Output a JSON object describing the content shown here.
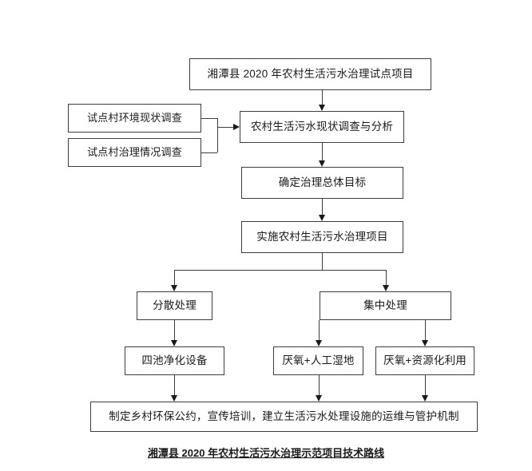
{
  "diagram": {
    "title": "湘潭县 2020 年农村生活污水治理示范项目技术路线",
    "caption": "湘潭县 2020 年农村生活污水治理示范项目技术路线",
    "line_color": "#3d3d3d",
    "arrow_color": "#1a1a1a",
    "background": "#ffffff",
    "nodes": [
      {
        "id": "project",
        "label": "湘潭县 2020 年农村生活污水治理试点项目"
      },
      {
        "id": "survey-env",
        "label": "试点村环境现状调查"
      },
      {
        "id": "survey-gov",
        "label": "试点村治理情况调查"
      },
      {
        "id": "analysis",
        "label": "农村生活污水现状调查与分析"
      },
      {
        "id": "goal",
        "label": "确定治理总体目标"
      },
      {
        "id": "implement",
        "label": "实施农村生活污水治理项目"
      },
      {
        "id": "decentral",
        "label": "分散处理"
      },
      {
        "id": "central",
        "label": "集中处理"
      },
      {
        "id": "four-pond",
        "label": "四池净化设备"
      },
      {
        "id": "wetland",
        "label": "厌氧+人工湿地"
      },
      {
        "id": "resource",
        "label": "厌氧+资源化利用"
      },
      {
        "id": "mechanism",
        "label": "制定乡村环保公约，宣传培训，建立生活污水处理设施的运维与管护机制"
      }
    ]
  }
}
